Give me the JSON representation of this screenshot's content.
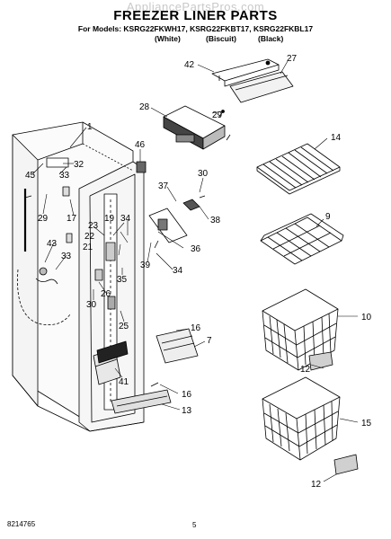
{
  "watermark": "AppliancePartsPros.com",
  "title": "FREEZER LINER PARTS",
  "models_line": "For Models: KSRG22FKWH17, KSRG22FKBT17, KSRG22FKBL17",
  "color_white": "(White)",
  "color_biscuit": "(Biscuit)",
  "color_black": "(Black)",
  "footer_code": "8214765",
  "page_number": "5",
  "callouts": {
    "c1": "1",
    "c27": "27",
    "c42": "42",
    "c28": "28",
    "c29a": "29",
    "c14": "14",
    "c46": "46",
    "c45": "45",
    "c32": "32",
    "c33a": "33",
    "c29b": "29",
    "c17": "17",
    "c30a": "30",
    "c37": "37",
    "c38": "38",
    "c9": "9",
    "c23": "23",
    "c19": "19",
    "c34a": "34",
    "c22": "22",
    "c21": "21",
    "c43": "43",
    "c33b": "33",
    "c36": "36",
    "c39": "39",
    "c34b": "34",
    "c30b": "30",
    "c26": "26",
    "c35": "35",
    "c10": "10",
    "c25": "25",
    "c16a": "16",
    "c7": "7",
    "c12a": "12",
    "c41": "41",
    "c16b": "16",
    "c13": "13",
    "c15": "15",
    "c12b": "12"
  }
}
